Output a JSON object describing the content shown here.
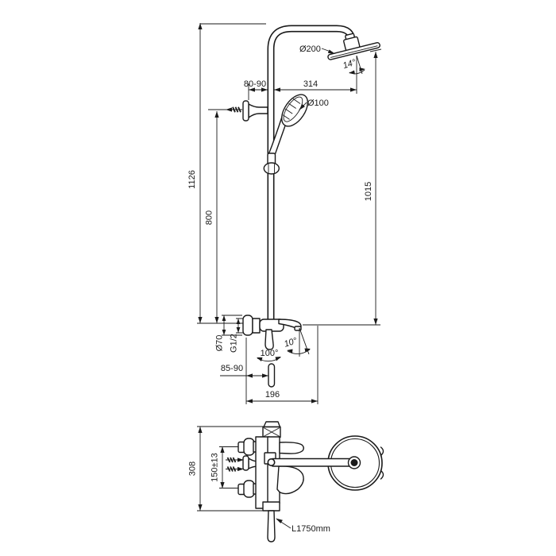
{
  "style": {
    "line_color": "#1a1a1a",
    "background": "#ffffff"
  },
  "front_view": {
    "labels": {
      "total_height": "1126",
      "bracket_height": "800",
      "head_to_valve_height": "1015",
      "wall_to_riser": "80-90",
      "riser_to_head": "314",
      "head_diameter": "Ø200",
      "head_tilt_angle": "14°",
      "handshower_diameter": "Ø100",
      "escutcheon_diameter": "Ø70",
      "connection_thread": "G1/2",
      "lever_swing_angle": "100°",
      "spout_tilt_angle": "10°",
      "wall_to_lever": "85-90",
      "spout_reach": "196"
    }
  },
  "top_view": {
    "labels": {
      "overall_depth": "308",
      "inlet_spacing": "150±13",
      "hose_length": "L1750mm"
    }
  }
}
